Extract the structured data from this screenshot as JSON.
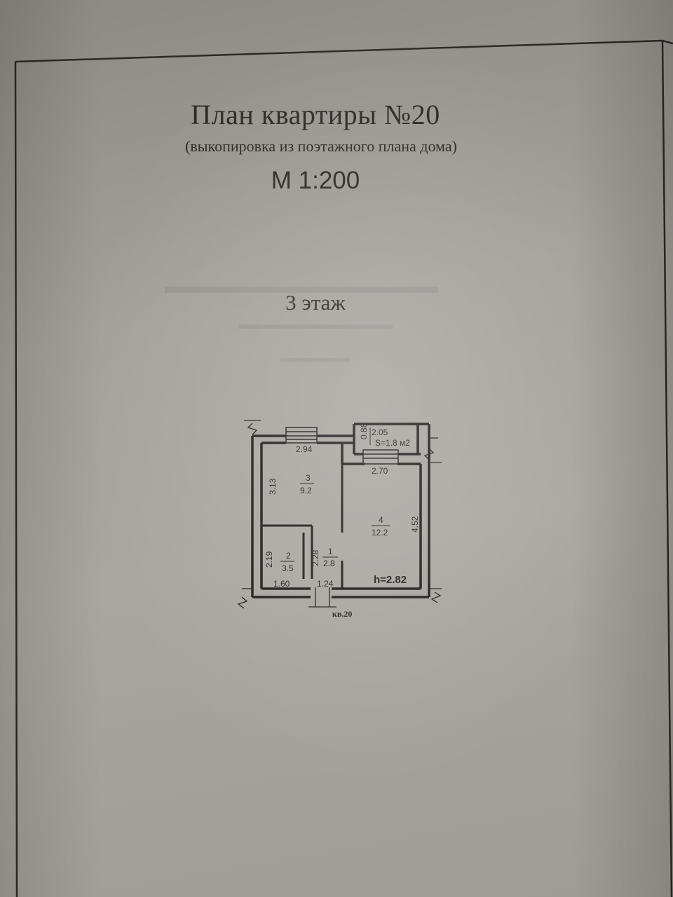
{
  "document": {
    "title": "План квартиры №20",
    "subtitle": "(выкопировка из поэтажного плана дома)",
    "scale": "М 1:200",
    "floor": "3 этаж"
  },
  "plan": {
    "dims": {
      "top_room3": "2.94",
      "balcony_depth": "0.88",
      "balcony_width": "2.05",
      "balcony_area": "S=1.8 м2",
      "room4_width": "2.70",
      "room3_height": "3.13",
      "room4_height": "4.52",
      "room2_height": "2.19",
      "corridor_height": "2.28",
      "bottom_left": "1.60",
      "bottom_mid": "1.24"
    },
    "rooms": [
      {
        "number": "3",
        "area": "9.2"
      },
      {
        "number": "4",
        "area": "12.2"
      },
      {
        "number": "2",
        "area": "3.5"
      },
      {
        "number": "1",
        "area": "2.8"
      }
    ],
    "ceiling_height": "h=2.82",
    "apartment_label": "кв.20"
  }
}
